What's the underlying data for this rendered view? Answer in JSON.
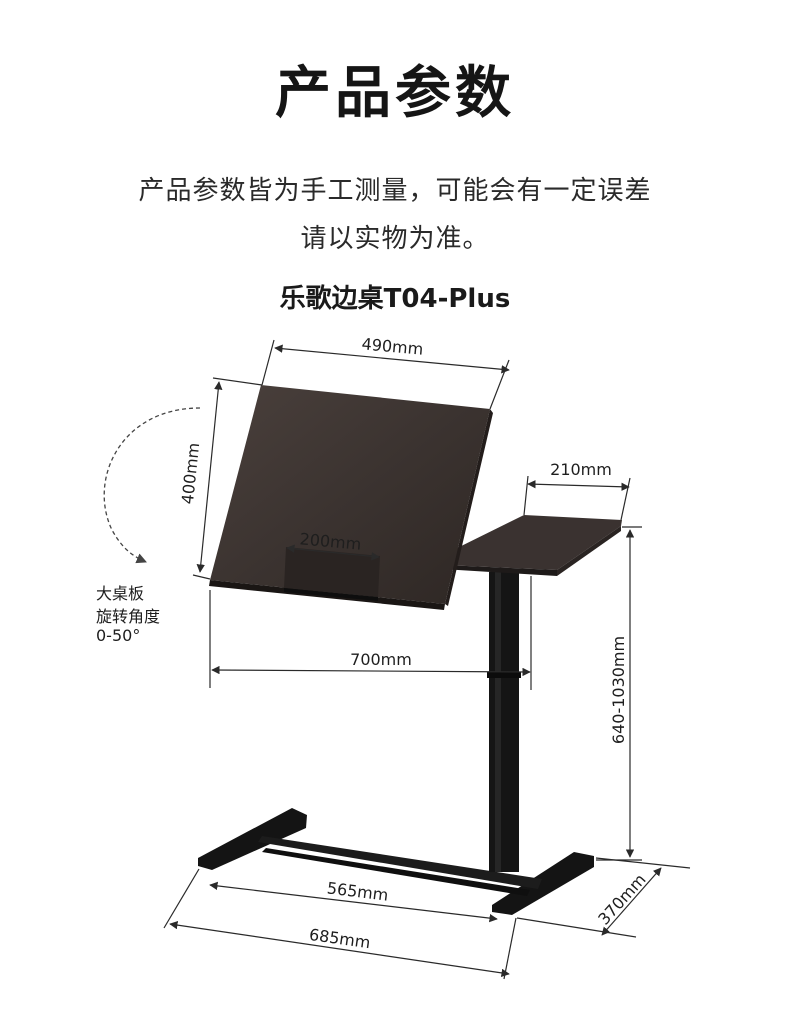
{
  "header": {
    "title": "产品参数",
    "note_line1": "产品参数皆为手工测量，可能会有一定误差",
    "note_line2": "请以实物为准。",
    "model": "乐歌边桌T04-Plus"
  },
  "dimensions": {
    "top_width": "490mm",
    "top_depth": "400mm",
    "ledge": "200mm",
    "side_width": "210mm",
    "overall_width": "700mm",
    "height_range": "640-1030mm",
    "base_inner": "565mm",
    "base_outer": "685mm",
    "base_depth": "370mm"
  },
  "rotation_note": {
    "line1": "大桌板",
    "line2": "旋转角度",
    "line3": "0-50°"
  },
  "colors": {
    "wood": "#3d3532",
    "frame": "#141414",
    "dim_line": "#2a2a2a"
  }
}
